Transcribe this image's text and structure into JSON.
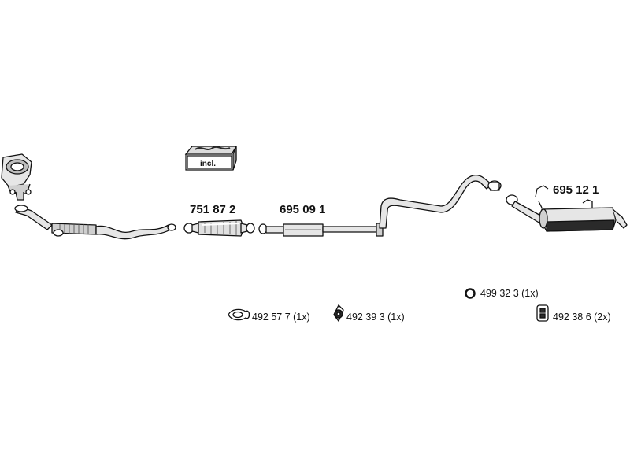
{
  "diagram": {
    "part_numbers": {
      "catalytic_converter": "751 87 2",
      "middle_pipe": "695 09 1",
      "rear_silencer": "695 12 1"
    },
    "kit_box_label": "incl.",
    "accessories": {
      "gasket": "492 57 7 (1x)",
      "mounting_rubber": "492 39 3 (1x)",
      "o_ring": "499 32 3 (1x)",
      "hanger": "492 38 6 (2x)"
    },
    "colors": {
      "line": "#111111",
      "pipe_fill": "#e6e6e6",
      "shade": "#9a9a9a",
      "dark": "#2a2a2a"
    }
  }
}
